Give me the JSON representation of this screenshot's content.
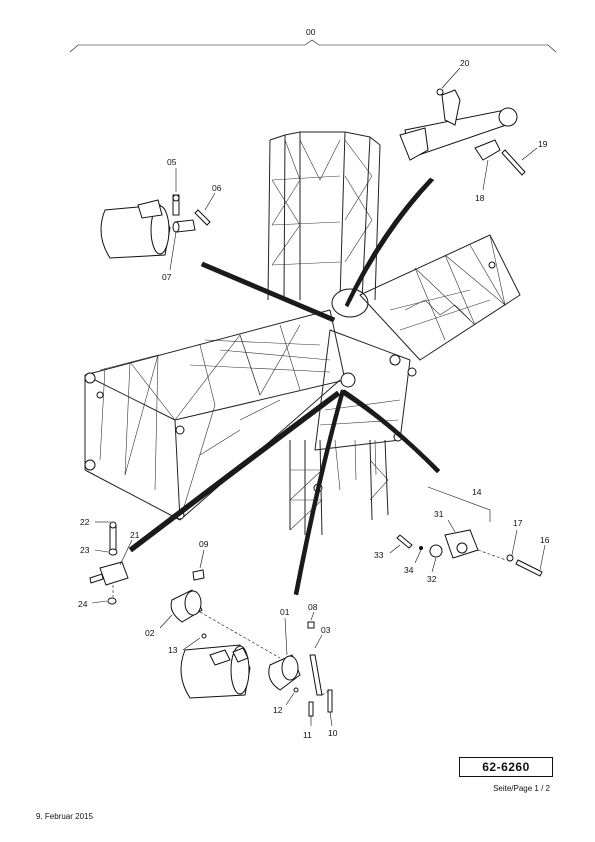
{
  "assembly_ref": "00",
  "item_numbers": [
    "01",
    "02",
    "03",
    "05",
    "06",
    "07",
    "08",
    "09",
    "10",
    "11",
    "12",
    "13",
    "14",
    "16",
    "17",
    "18",
    "19",
    "20",
    "21",
    "22",
    "23",
    "24",
    "31",
    "32",
    "33",
    "34"
  ],
  "document_number": "62-6260",
  "page_label": "Seite/Page 1 / 2",
  "date": "9. Februar 2015"
}
